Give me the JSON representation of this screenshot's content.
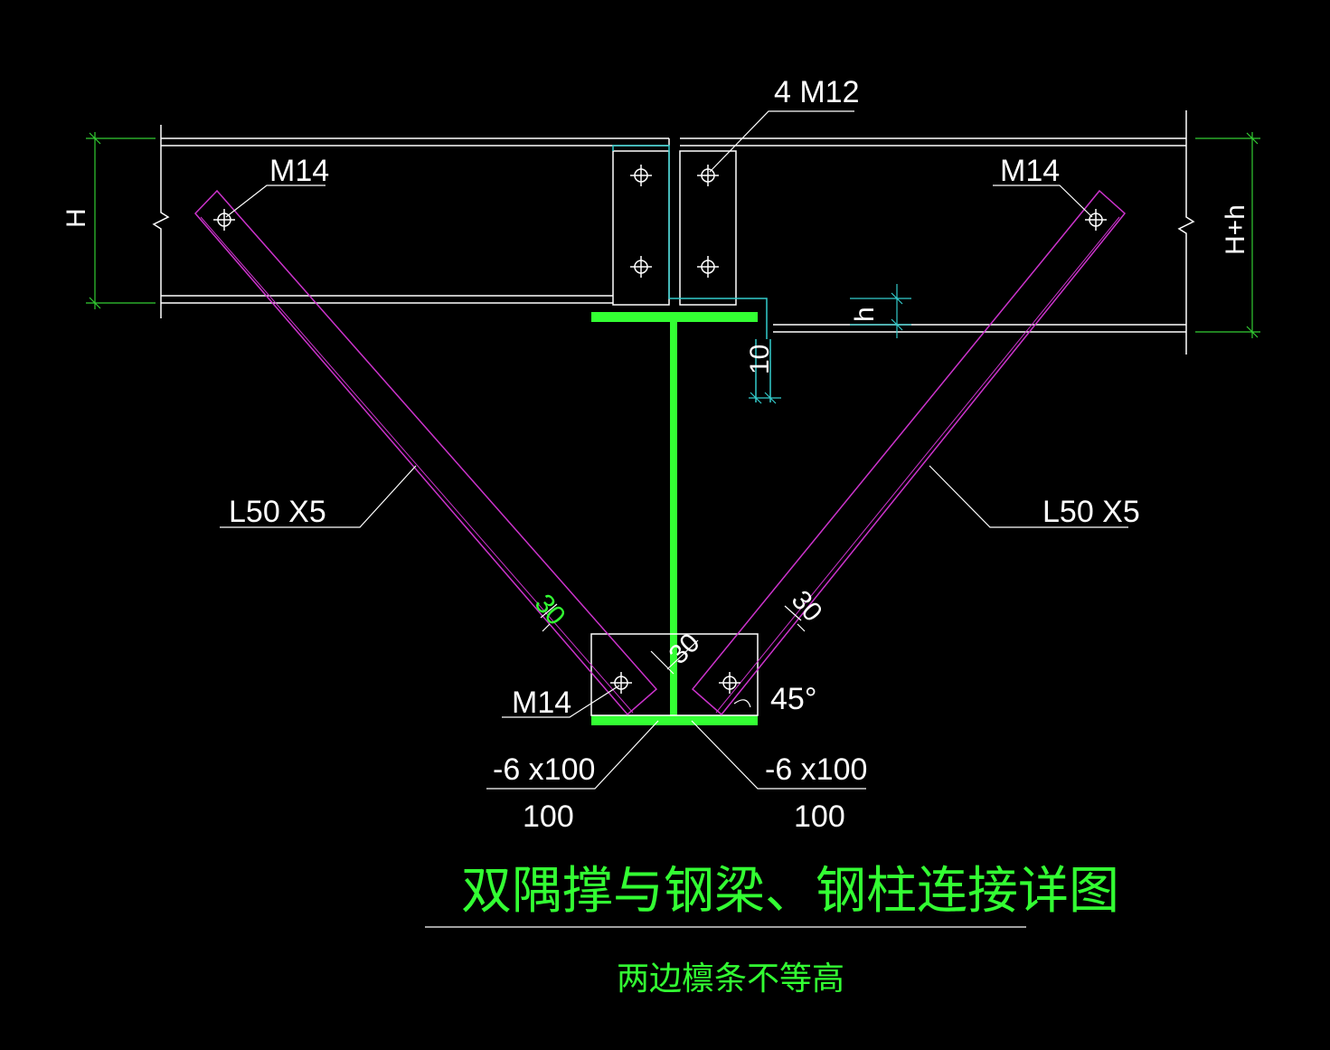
{
  "labels": {
    "bolts_top": "4 M12",
    "m14_left": "M14",
    "m14_right": "M14",
    "m14_bottom": "M14",
    "angle_left": "L50 X5",
    "angle_right": "L50 X5",
    "plate_left": "-6 x100",
    "plate_left_sub": "100",
    "plate_right": "-6 x100",
    "plate_right_sub": "100",
    "angle_deg": "45°",
    "edge_left": "30",
    "edge_mid": "30",
    "edge_right": "30"
  },
  "dimensions": {
    "left_height": "H",
    "right_height": "H+h",
    "offset_h": "h",
    "gap": "10"
  },
  "title": "双隅撑与钢梁、钢柱连接详图",
  "subtitle": "两边檩条不等高",
  "colors": {
    "background": "#000000",
    "steel_member": "#33ff33",
    "brace": "#cc33cc",
    "dimension": "#33cc33",
    "cyan_dim": "#33cccc",
    "outline": "#ffffff"
  }
}
